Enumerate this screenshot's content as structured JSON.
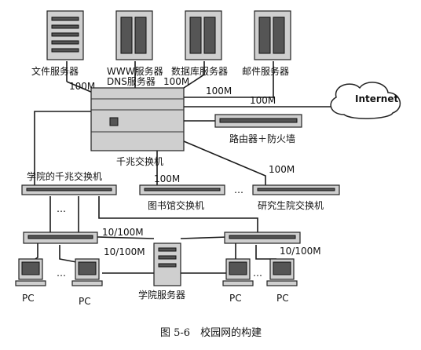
{
  "servers": {
    "file": "文件服务器",
    "www_dns": "WWW服务器\nDNS服务器",
    "database": "数据库服务器",
    "mail": "邮件服务器"
  },
  "links": {
    "file_to_switch": "100M",
    "www_to_switch": "100M",
    "db_to_switch": "100M",
    "internet_to_router": "100M",
    "to_library": "100M",
    "to_grad": "100M",
    "college_left_switch": "10/100M",
    "college_right_switch": "10/100M",
    "right_switch_pc": "10/100M"
  },
  "cloud_label": "Internet",
  "router_label": "路由器＋防火墙",
  "core_switch_label": "千兆交换机",
  "college_switch_label": "学院的千兆交换机",
  "library_switch_label": "图书馆交换机",
  "grad_switch_label": "研究生院交换机",
  "college_server_label": "学院服务器",
  "pc_label": "PC",
  "ellipsis": "…",
  "caption": "图 5-6　校园网的构建"
}
